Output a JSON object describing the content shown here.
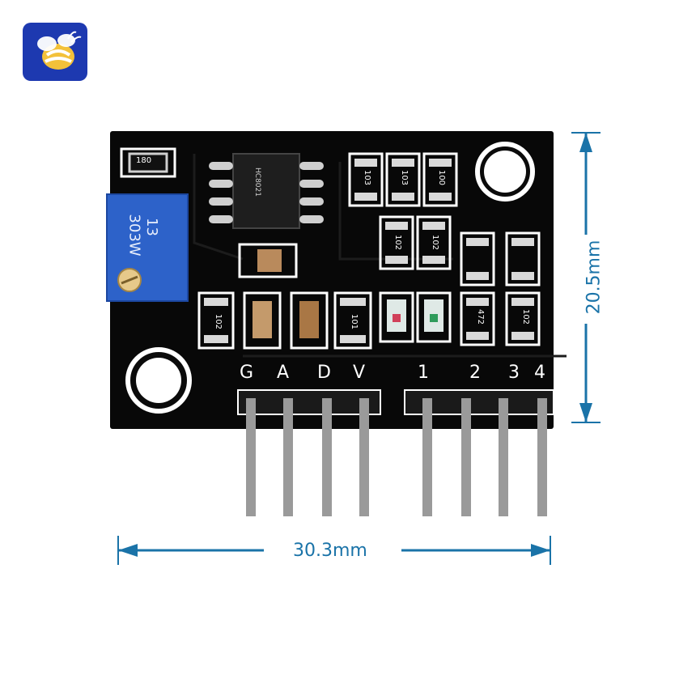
{
  "logo": {
    "icon": "bee-icon",
    "bg_color": "#1d39b0",
    "accent_color": "#f3c13a"
  },
  "board": {
    "pin_labels_left": [
      "G",
      "A",
      "D",
      "V"
    ],
    "pin_labels_right": [
      "1",
      "2",
      "3",
      "4"
    ],
    "potentiometer": {
      "line1": "13",
      "line2": "303W"
    },
    "resistor_codes": [
      "180",
      "103",
      "103",
      "100",
      "102",
      "102",
      "472",
      "102",
      "102",
      "101"
    ],
    "chip_text": "HC8021",
    "board_color": "#080808"
  },
  "dimensions": {
    "width_label": "30.3mm",
    "height_label": "20.5mm",
    "color": "#1a73a8"
  }
}
